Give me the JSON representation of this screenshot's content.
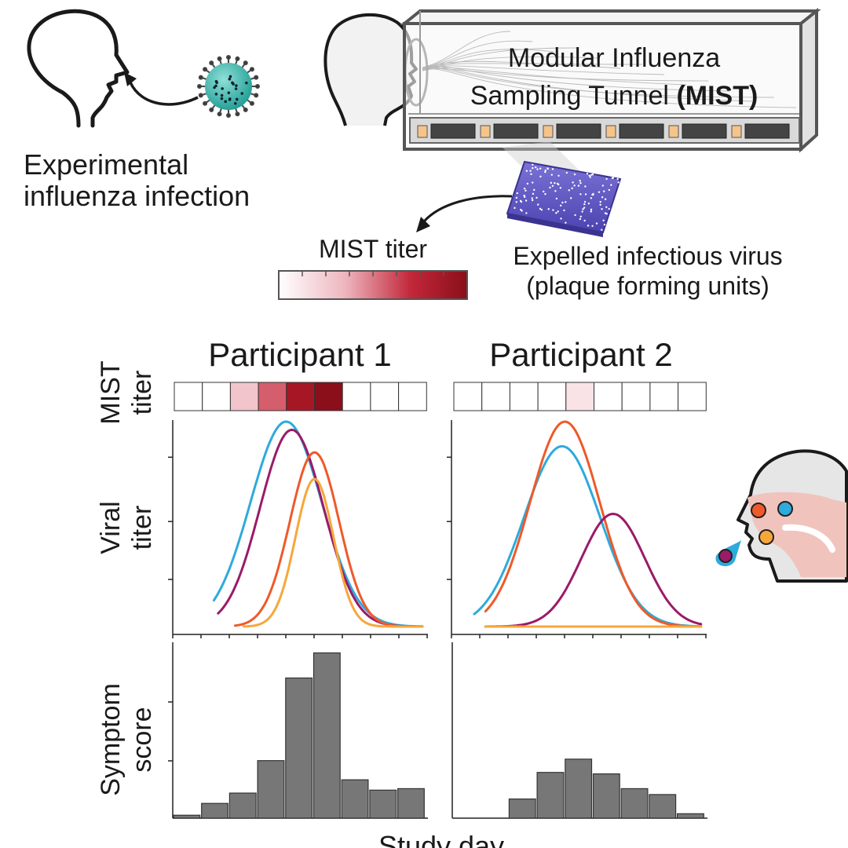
{
  "top": {
    "infection_label_line1": "Experimental",
    "infection_label_line2": "influenza infection",
    "tunnel_label_line1": "Modular Influenza",
    "tunnel_label_line2_plain": "Sampling Tunnel ",
    "tunnel_label_line2_bold": "(MIST)",
    "plate_label_line1": "Expelled infectious virus",
    "plate_label_line2": "(plaque forming units)",
    "colorbar_title": "MIST titer",
    "colorbar_colors": [
      "#ffffff",
      "#f2c4cc",
      "#dc6f7c",
      "#b81c2d",
      "#8a0f1a"
    ]
  },
  "participants": [
    {
      "title": "Participant 1",
      "mist_cells": [
        0,
        0,
        0.25,
        0.55,
        0.85,
        1.0,
        0,
        0,
        0
      ],
      "symptom_scores": [
        0.2,
        1.0,
        1.7,
        3.9,
        9.5,
        11.2,
        2.6,
        1.9,
        2.0
      ],
      "viral_curves": [
        {
          "color": "#2eaadc",
          "peak_day": 4.0,
          "peak": 1.0,
          "width": 2.25,
          "start": 1.45
        },
        {
          "color": "#9a1b68",
          "peak_day": 4.2,
          "peak": 0.96,
          "width": 2.0,
          "start": 1.6
        },
        {
          "color": "#ee5a2a",
          "peak_day": 5.0,
          "peak": 0.85,
          "width": 1.55,
          "start": 2.2
        },
        {
          "color": "#f7a739",
          "peak_day": 5.0,
          "peak": 0.72,
          "width": 1.2,
          "start": 2.5
        }
      ]
    },
    {
      "title": "Participant 2",
      "mist_cells": [
        0,
        0,
        0,
        0,
        0.12,
        0,
        0,
        0,
        0
      ],
      "symptom_scores": [
        0,
        0,
        1.3,
        3.1,
        4.0,
        3.0,
        2.0,
        1.6,
        0.3
      ],
      "viral_curves": [
        {
          "color": "#2eaadc",
          "peak_day": 3.9,
          "peak": 0.88,
          "width": 2.4,
          "start": 0.8
        },
        {
          "color": "#ee5a2a",
          "peak_day": 4.0,
          "peak": 1.0,
          "width": 2.2,
          "start": 1.2
        },
        {
          "color": "#9a1b68",
          "peak_day": 5.7,
          "peak": 0.55,
          "width": 2.0,
          "start": 1.2
        },
        {
          "color": "#f7a739",
          "peak_day": 5.0,
          "peak": 0.0,
          "width": 2.0,
          "start": 1.2
        }
      ]
    }
  ],
  "axis_labels": {
    "mist_line1": "MIST",
    "mist_line2": "titer",
    "viral_line1": "Viral",
    "viral_line2": "titer",
    "symptom_line1": "Symptom",
    "symptom_line2": "score",
    "x_label": "Study day"
  },
  "swab_dot_colors": [
    "#ee5a2a",
    "#2eaadc",
    "#f7a739",
    "#9a1b68"
  ]
}
